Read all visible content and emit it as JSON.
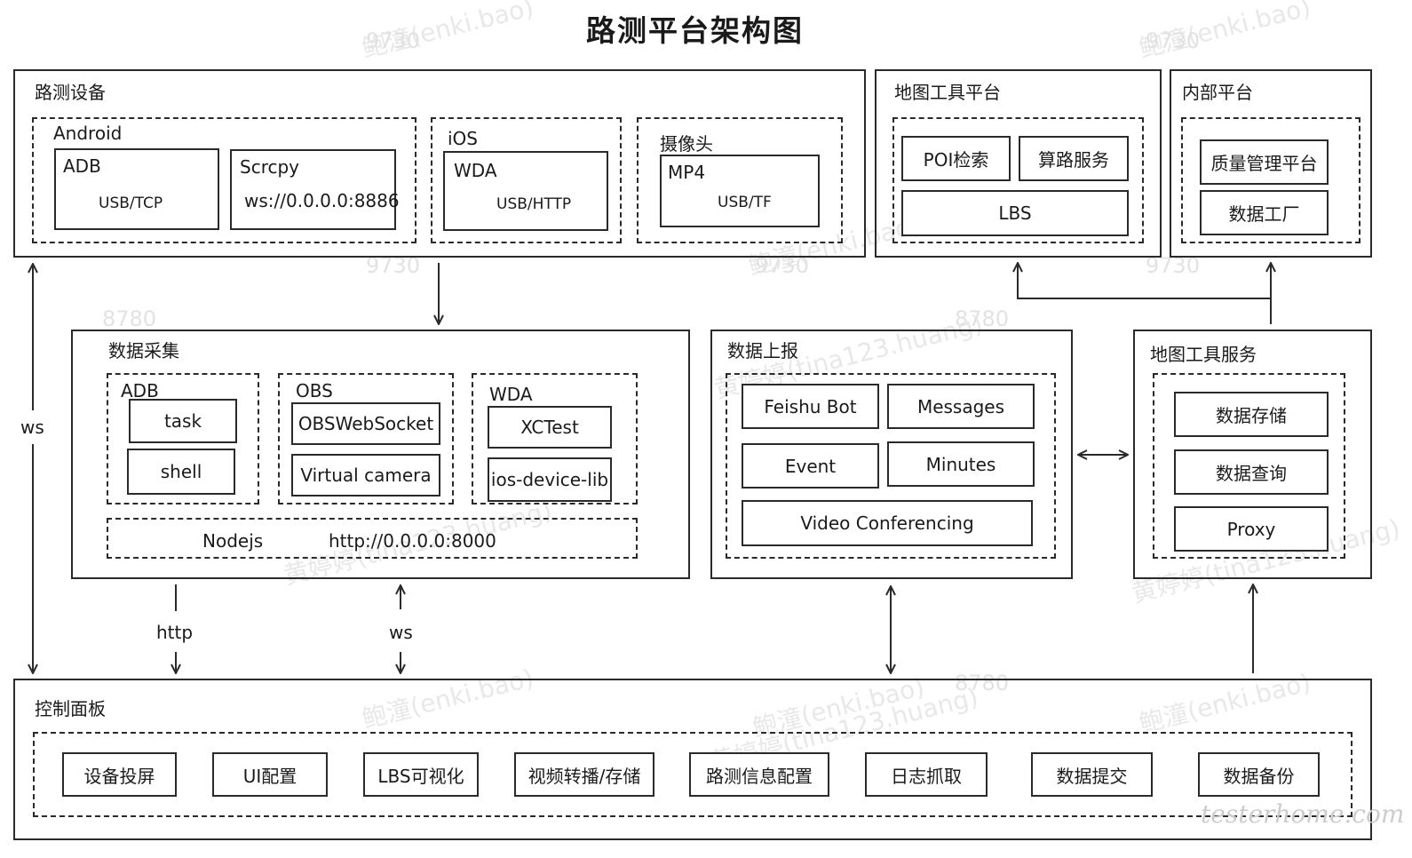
{
  "title": "路测平台架构图",
  "road_devices": {
    "label": "路测设备",
    "android": {
      "label": "Android",
      "adb": {
        "name": "ADB",
        "sub": "USB/TCP"
      },
      "scrcpy": {
        "name": "Scrcpy",
        "sub": "ws://0.0.0.0:8886"
      }
    },
    "ios": {
      "label": "iOS",
      "wda": {
        "name": "WDA",
        "sub": "USB/HTTP"
      }
    },
    "camera": {
      "label": "摄像头",
      "mp4": {
        "name": "MP4",
        "sub": "USB/TF"
      }
    }
  },
  "map_tools_platform": {
    "label": "地图工具平台",
    "items": [
      "POI检索",
      "算路服务",
      "LBS"
    ]
  },
  "internal_platform": {
    "label": "内部平台",
    "items": [
      "质量管理平台",
      "数据工厂"
    ]
  },
  "data_collection": {
    "label": "数据采集",
    "adb": {
      "label": "ADB",
      "items": [
        "task",
        "shell"
      ]
    },
    "obs": {
      "label": "OBS",
      "items": [
        "OBSWebSocket",
        "Virtual camera"
      ]
    },
    "wda": {
      "label": "WDA",
      "items": [
        "XCTest",
        "ios-device-lib"
      ]
    },
    "nodejs": {
      "name": "Nodejs",
      "addr": "http://0.0.0.0:8000"
    }
  },
  "data_report": {
    "label": "数据上报",
    "items": [
      "Feishu Bot",
      "Messages",
      "Event",
      "Minutes",
      "Video Conferencing"
    ]
  },
  "map_tools_service": {
    "label": "地图工具服务",
    "items": [
      "数据存储",
      "数据查询",
      "Proxy"
    ]
  },
  "control_panel": {
    "label": "控制面板",
    "items": [
      "设备投屏",
      "UI配置",
      "LBS可视化",
      "视频转播/存储",
      "路测信息配置",
      "日志抓取",
      "数据提交",
      "数据备份"
    ]
  },
  "edge_labels": {
    "ws_left": "ws",
    "http": "http",
    "ws_mid": "ws"
  },
  "watermarks": {
    "names": [
      "鲍潼(enki.bao)",
      "黄婷婷(tina123.huang)"
    ],
    "numbers": [
      "9730",
      "8780"
    ],
    "site": "testerhome.com"
  },
  "colors": {
    "line": "#2a2a2a",
    "watermark": "#e2e2e2",
    "background": "#ffffff"
  }
}
